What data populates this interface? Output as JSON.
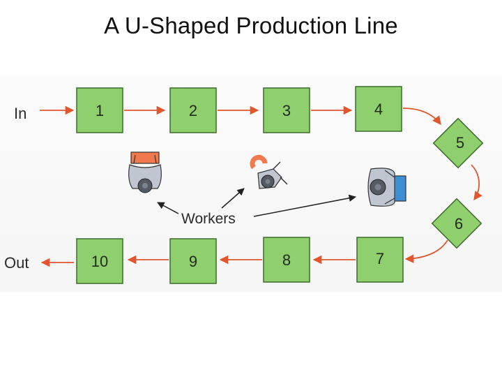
{
  "title": "A U-Shaped Production Line",
  "labels": {
    "in": "In",
    "out": "Out",
    "workers": "Workers"
  },
  "stations": [
    {
      "label": "1"
    },
    {
      "label": "2"
    },
    {
      "label": "3"
    },
    {
      "label": "4"
    },
    {
      "label": "5"
    },
    {
      "label": "6"
    },
    {
      "label": "7"
    },
    {
      "label": "8"
    },
    {
      "label": "9"
    },
    {
      "label": "10"
    }
  ],
  "colors": {
    "station_fill": "#8fcf6d",
    "station_border": "#3d6a2c",
    "flow_arrow": "#e0562e",
    "worker_shirt": "#bfc6cf",
    "worker_hair": "#555b63",
    "worker_box_orange": "#f07a4e",
    "worker_box_blue": "#3d8fd1"
  },
  "icons": [
    "worker-icon",
    "flow-arrow-icon"
  ]
}
